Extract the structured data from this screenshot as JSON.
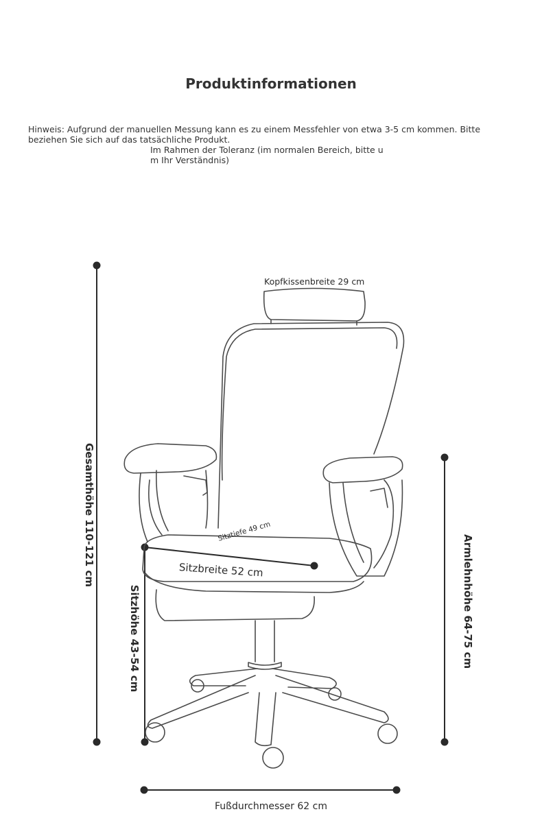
{
  "heading": "Produktinformationen",
  "note_line1": "Hinweis: Aufgrund der manuellen Messung kann es zu einem Messfehler von etwa 3-5 cm kommen. Bitte beziehen Sie sich auf das tatsächliche Produkt.",
  "note_line2": "Im Rahmen der Toleranz (im normalen Bereich, bitte u m Ihr Verständnis)",
  "dimensions": {
    "headrest_width": "Kopfkissenbreite 29 cm",
    "total_height": "Gesamthöhe 110-121 cm",
    "seat_depth": "Sitztiefe 49 cm",
    "seat_width": "Sitzbreite 52 cm",
    "seat_height": "Sitzhöhe 43-54 cm",
    "armrest_height": "Armlehnhöhe 64-75 cm",
    "base_diameter": "Fußdurchmesser 62 cm"
  },
  "colors": {
    "line": "#2a2a2a",
    "chair_outline": "#4a4a4a"
  }
}
